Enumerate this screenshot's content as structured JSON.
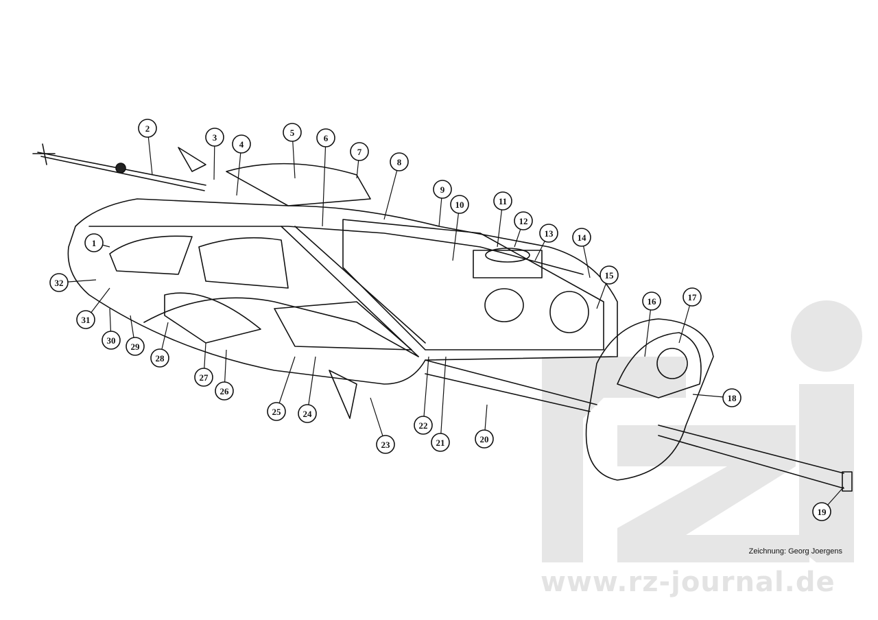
{
  "credit": "Zeichnung: Georg Joergens",
  "watermark": "www.rz-journal.de",
  "callouts": [
    "1",
    "2",
    "3",
    "4",
    "5",
    "6",
    "7",
    "8",
    "9",
    "10",
    "11",
    "12",
    "13",
    "14",
    "15",
    "16",
    "17",
    "18",
    "19",
    "20",
    "21",
    "22",
    "23",
    "24",
    "25",
    "26",
    "27",
    "28",
    "29",
    "30",
    "31",
    "32"
  ],
  "colors": {
    "line": "#111111",
    "watermark": "#e3e3e3",
    "background": "#ffffff"
  }
}
